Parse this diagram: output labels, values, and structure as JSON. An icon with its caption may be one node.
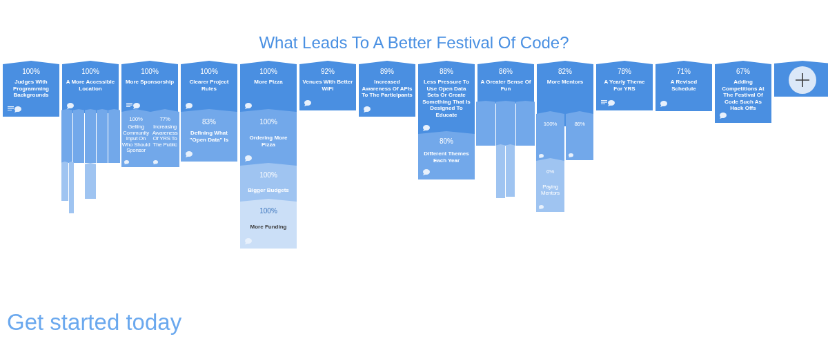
{
  "diagram": {
    "title": "What Leads To A Better Festival Of Code?",
    "nodes": [
      {
        "text": [
          "100%",
          "Judges With Programming Backgrounds"
        ]
      },
      {
        "text": [
          "100%",
          "A More Accessible Location"
        ]
      },
      {
        "text": [
          "100%",
          "More Sponsorship"
        ]
      },
      {
        "text": [
          "100%",
          "Clearer Project Rules"
        ]
      },
      {
        "text": [
          "100%",
          "More Pizza"
        ]
      },
      {
        "text": [
          "92%",
          "Venues With Better WiFi"
        ]
      },
      {
        "text": [
          "89%",
          "Increased Awareness Of APIs To The Participants"
        ]
      },
      {
        "text": [
          "88%",
          "Less Pressure To Use Open Data Sets Or Create Something That Is Designed To Educate"
        ]
      },
      {
        "text": [
          "86%",
          "A Greater Sense Of Fun"
        ]
      },
      {
        "text": [
          "82%",
          "More Mentors"
        ]
      },
      {
        "text": [
          "78%",
          "A Yearly Theme For YRS"
        ]
      },
      {
        "text": [
          "71%",
          "A Revised Schedule"
        ]
      },
      {
        "text": [
          "67%",
          "Adding Competitions At The Festival Of Code Such As Hack Offs"
        ]
      },
      {
        "text": [],
        "shape": "box"
      },
      {
        "text": [],
        "shape": "box"
      },
      {
        "text": [],
        "shape": "box"
      },
      {
        "text": [],
        "shape": "box"
      },
      {
        "text": [],
        "shape": "box"
      },
      {
        "text": [],
        "shape": "box"
      },
      {
        "text": [],
        "shape": "box"
      },
      {
        "text": [],
        "shape": "box"
      },
      {
        "text": [],
        "shape": "box"
      },
      {
        "text": [
          "100%",
          "Getting Community Input On Who Should Sponsor"
        ]
      },
      {
        "text": [
          "77%",
          "Increasing Awareness Of YRS To The Public"
        ]
      },
      {
        "text": [
          "83%",
          "Defining What \"Open Data\" Is"
        ]
      },
      {
        "text": [
          "100%",
          "Ordering More Pizza"
        ]
      },
      {
        "text": [
          "100%",
          "Bigger Budgets"
        ]
      },
      {
        "text": [
          "100%",
          "More Funding"
        ]
      },
      {
        "text": [
          "80%",
          "Different Themes Each Year"
        ]
      },
      {
        "text": [],
        "shape": "box"
      },
      {
        "text": [],
        "shape": "box"
      },
      {
        "text": [],
        "shape": "box"
      },
      {
        "text": [],
        "shape": "box"
      },
      {
        "text": [],
        "shape": "box"
      },
      {
        "text": [
          "100%"
        ]
      },
      {
        "text": [
          "86%"
        ]
      },
      {
        "text": [
          "0%",
          "Paying Mentors"
        ]
      }
    ],
    "labels": [
      "Get started today"
    ]
  }
}
